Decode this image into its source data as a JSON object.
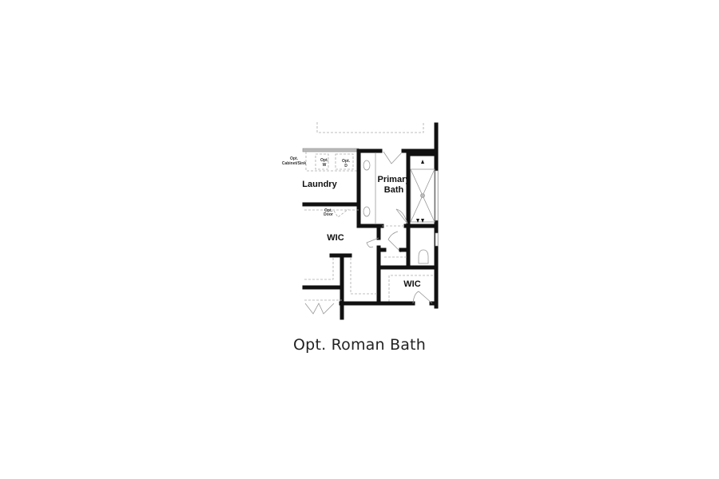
{
  "caption": "Opt. Roman Bath",
  "rooms": {
    "laundry": "Laundry",
    "primary_bath_line1": "Primary",
    "primary_bath_line2": "Bath",
    "wic_left": "WIC",
    "wic_right": "WIC"
  },
  "annotations": {
    "opt_cabinet_sink_line1": "Opt.",
    "opt_cabinet_sink_line2": "Cabinet/Sink",
    "opt_w_line1": "Opt.",
    "opt_w_line2": "W",
    "opt_d_line1": "Opt.",
    "opt_d_line2": "D",
    "opt_door_line1": "Opt.",
    "opt_door_line2": "Door"
  },
  "colors": {
    "wall": "#111111",
    "background": "#ffffff",
    "fixture_line": "#999999"
  }
}
